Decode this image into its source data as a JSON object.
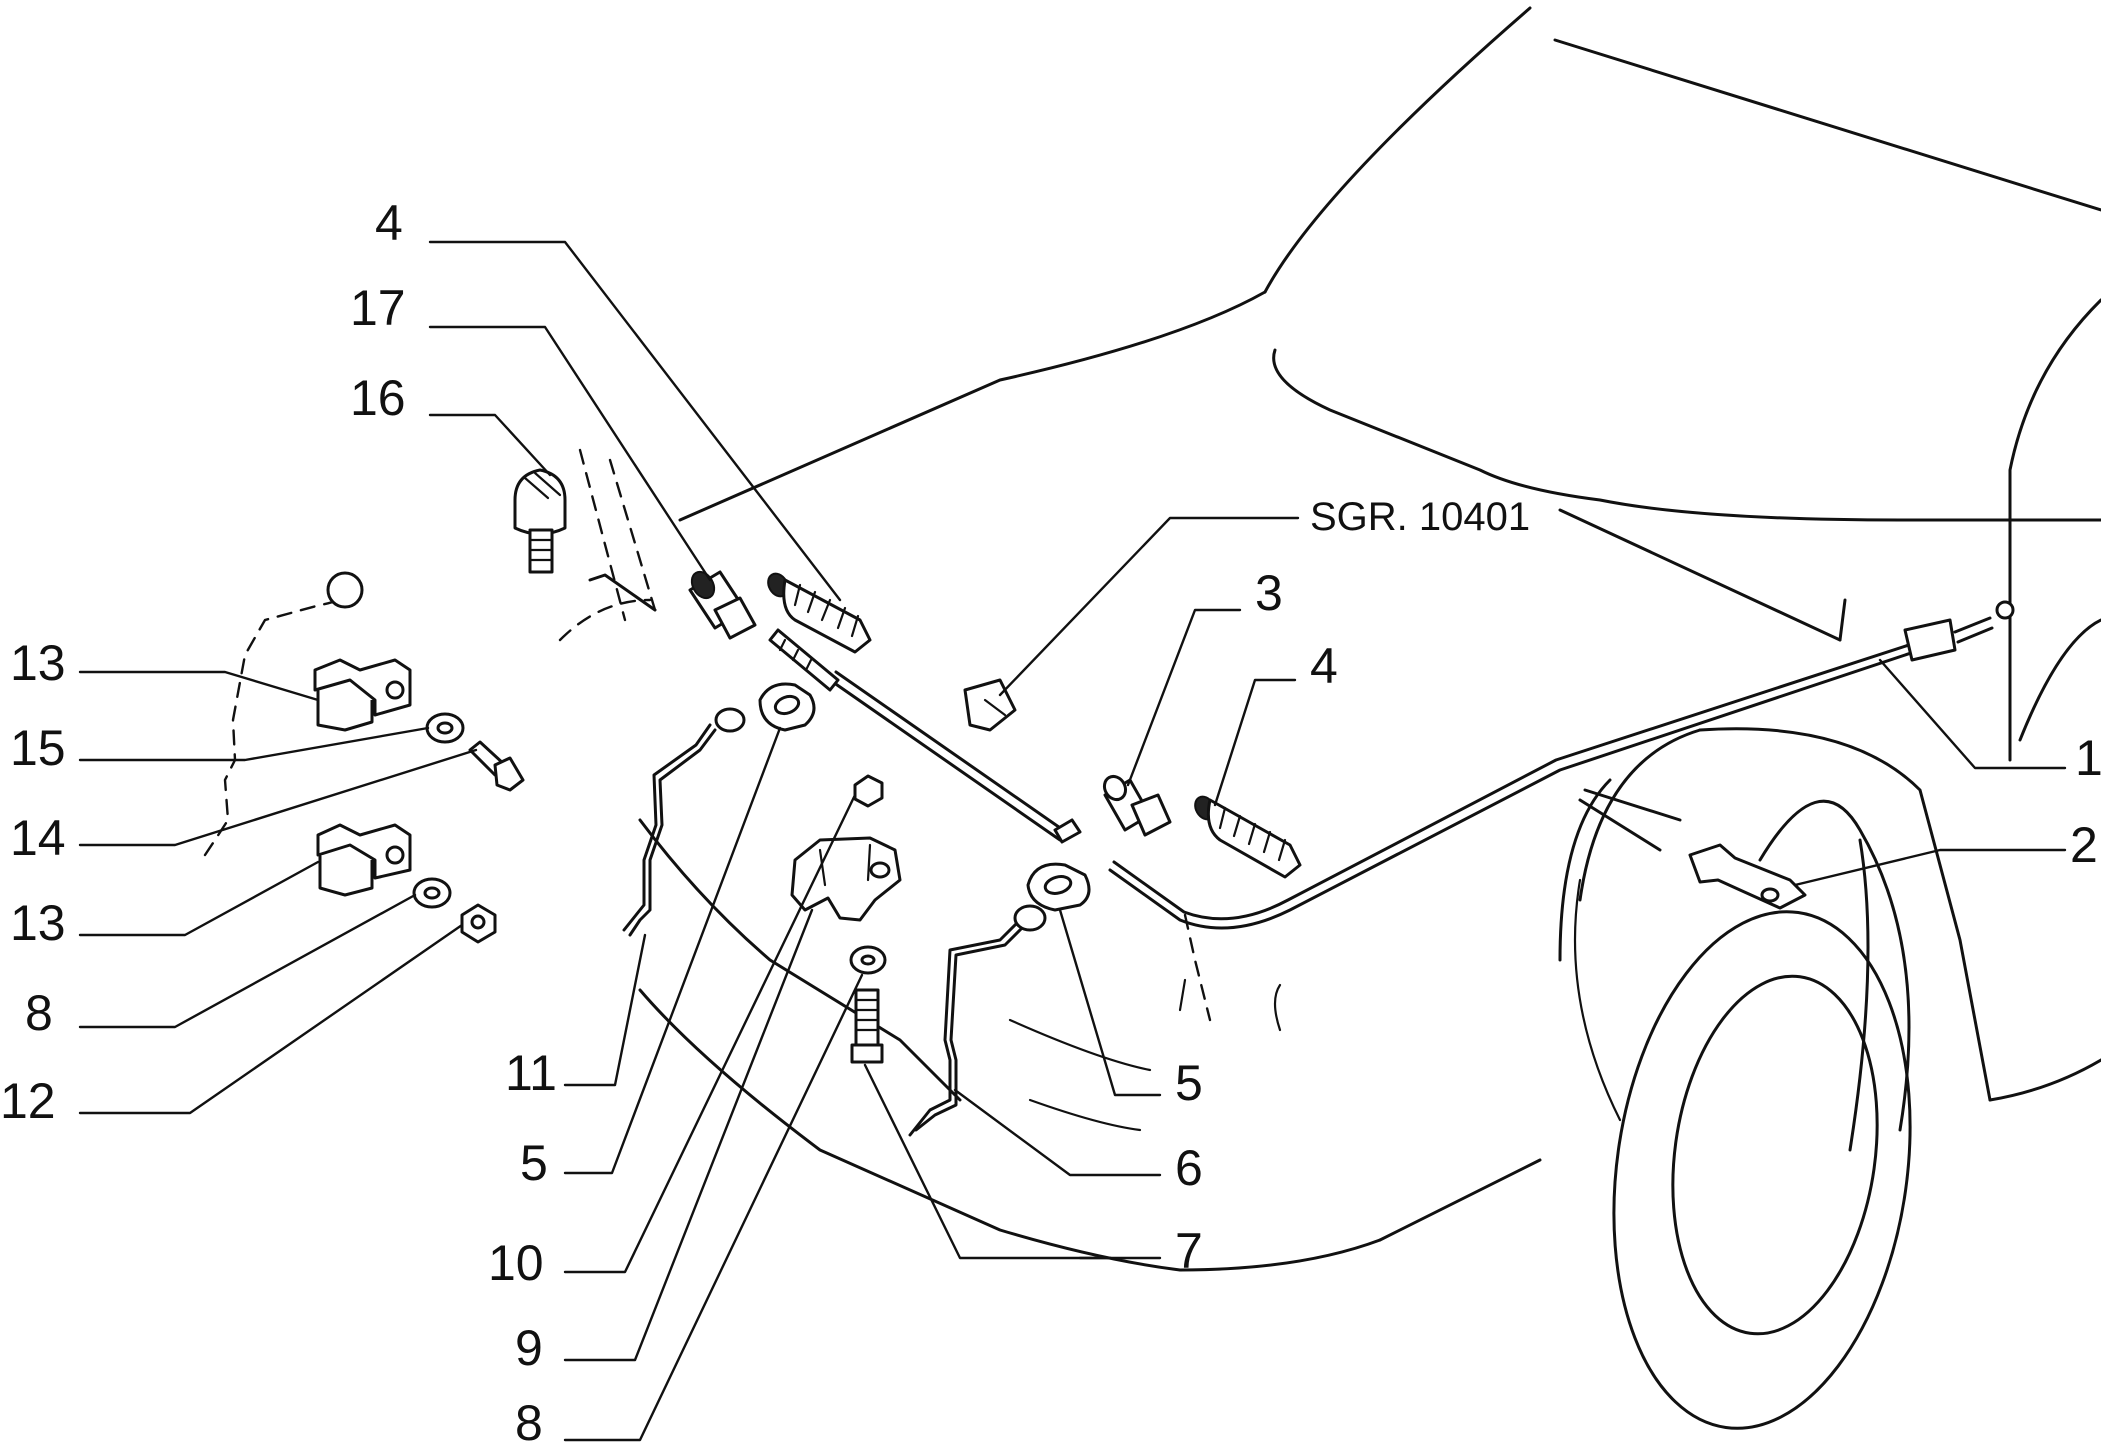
{
  "diagram": {
    "reference_code": "SGR. 10401",
    "callouts": [
      {
        "id": "c4a",
        "label": "4"
      },
      {
        "id": "c17",
        "label": "17"
      },
      {
        "id": "c16",
        "label": "16"
      },
      {
        "id": "c13a",
        "label": "13"
      },
      {
        "id": "c15",
        "label": "15"
      },
      {
        "id": "c14",
        "label": "14"
      },
      {
        "id": "c13b",
        "label": "13"
      },
      {
        "id": "c8a",
        "label": "8"
      },
      {
        "id": "c12",
        "label": "12"
      },
      {
        "id": "c11",
        "label": "11"
      },
      {
        "id": "c5a",
        "label": "5"
      },
      {
        "id": "c10",
        "label": "10"
      },
      {
        "id": "c9",
        "label": "9"
      },
      {
        "id": "c8b",
        "label": "8"
      },
      {
        "id": "c3",
        "label": "3"
      },
      {
        "id": "c4b",
        "label": "4"
      },
      {
        "id": "c1",
        "label": "1"
      },
      {
        "id": "c2",
        "label": "2"
      },
      {
        "id": "c5b",
        "label": "5"
      },
      {
        "id": "c6",
        "label": "6"
      },
      {
        "id": "c7",
        "label": "7"
      }
    ]
  }
}
